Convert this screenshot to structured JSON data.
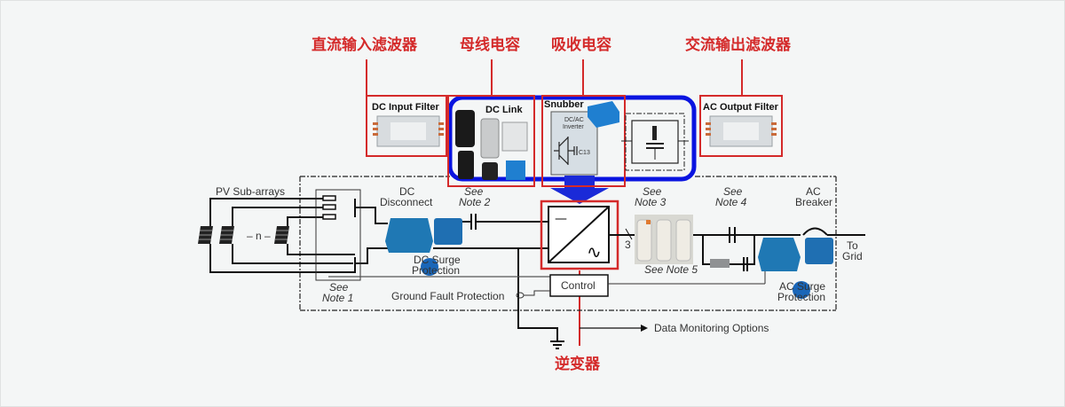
{
  "colors": {
    "background": "#f4f6f6",
    "callout_red": "#d42a2a",
    "highlight_blue": "#0a14e0",
    "component_blue": "#1f6fb2",
    "wire": "#111111"
  },
  "callouts": {
    "dc_input_filter": "直流输入滤波器",
    "dc_link": "母线电容",
    "snubber": "吸收电容",
    "ac_output_filter": "交流输出滤波器",
    "inverter": "逆变器"
  },
  "component_boxes": {
    "dc_input_filter": "DC Input Filter",
    "dc_link": "DC Link",
    "snubber": "Snubber",
    "snubber_inner_line1": "DC/AC",
    "snubber_inner_line2": "Inverter",
    "snubber_cap": "C13",
    "ac_output_filter": "AC Output Filter"
  },
  "diagram_labels": {
    "pv_sub_arrays": "PV Sub-arrays",
    "pv_n": "– n –",
    "dc_disconnect_1": "DC",
    "dc_disconnect_2": "Disconnect",
    "see": "See",
    "note1": "Note 1",
    "note2": "Note 2",
    "note3": "Note 3",
    "note4": "Note 4",
    "note5": "See Note 5",
    "dc_surge_1": "DC Surge",
    "dc_surge_2": "Protection",
    "ground_fault": "Ground Fault Protection",
    "control": "Control",
    "phase_count": "3",
    "ac_breaker_1": "AC",
    "ac_breaker_2": "Breaker",
    "to_grid_1": "To",
    "to_grid_2": "Grid",
    "ac_surge_1": "AC Surge",
    "ac_surge_2": "Protection",
    "data_monitoring": "Data Monitoring Options",
    "dc_symbol": "—",
    "ac_symbol": "∿"
  }
}
